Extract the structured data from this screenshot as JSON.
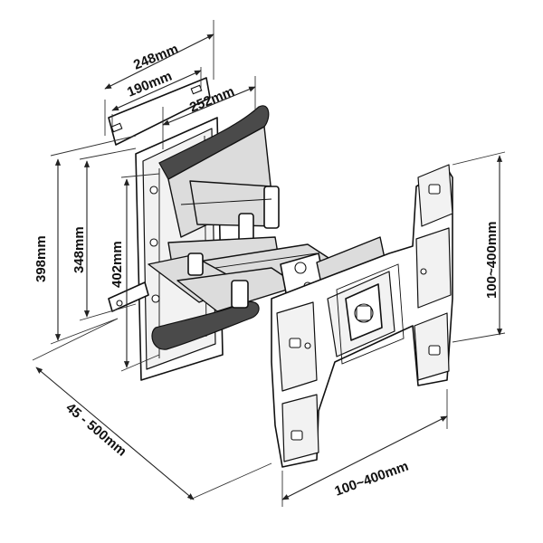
{
  "dimensions": {
    "wall_plate_width": "248mm",
    "wall_plate_hole_spacing": "190mm",
    "arm_length": "252mm",
    "height_overall": "398mm",
    "height_inner": "348mm",
    "height_arm": "402mm",
    "extension": "45 - 500mm",
    "vesa_horizontal": "100~400mm",
    "vesa_vertical": "100~400mm"
  }
}
